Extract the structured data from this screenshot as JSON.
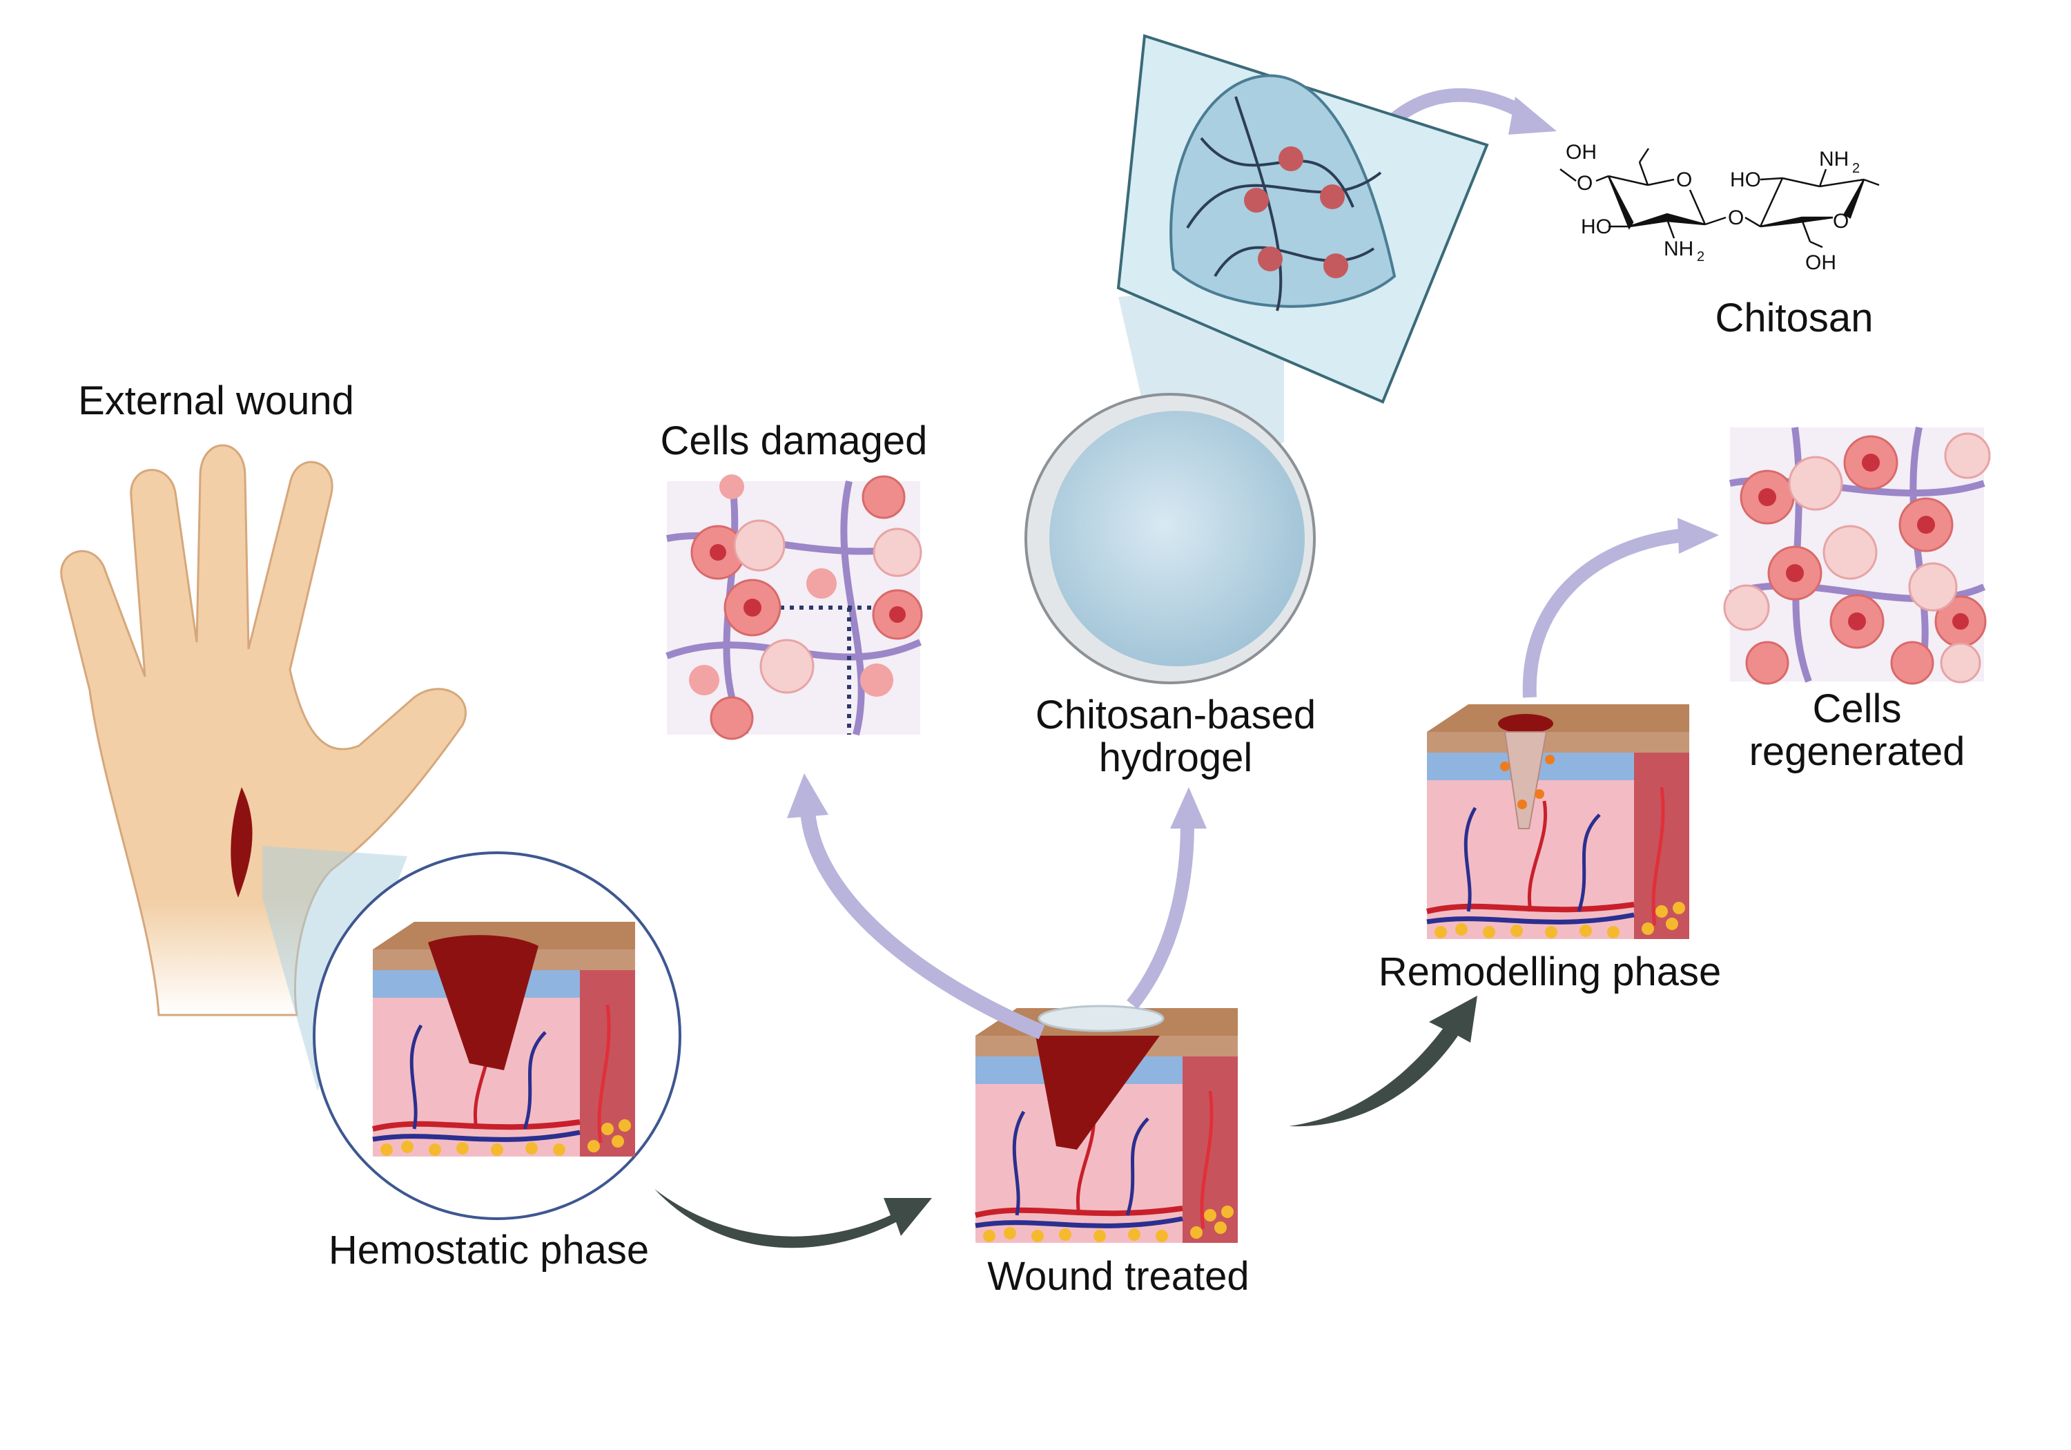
{
  "labels": {
    "external_wound": "External wound",
    "hemostatic_phase": "Hemostatic phase",
    "cells_damaged": "Cells damaged",
    "hydrogel_line1": "Chitosan-based",
    "hydrogel_line2": "hydrogel",
    "chitosan": "Chitosan",
    "cells_regenerated_line1": "Cells",
    "cells_regenerated_line2": "regenerated",
    "remodelling_phase": "Remodelling phase",
    "wound_treated": "Wound treated"
  },
  "chitosan_structure": {
    "oh_top": "OH",
    "o_left_chain": "O",
    "o_ring1": "O",
    "ho_left": "HO",
    "nh2_bottom": "NH",
    "nh2_bottom_sub": "2",
    "o_glycosidic": "O",
    "ho_ring2": "HO",
    "nh2_top": "NH",
    "nh2_top_sub": "2",
    "o_ring2": "O",
    "oh_bottom": "OH"
  },
  "colors": {
    "skin": "#f2cfa6",
    "blood": "#8e1111",
    "lavender_arrow": "#b8b4dc",
    "dark_arrow": "#3f4b47",
    "hydrogel_blue": "#cfe6f0",
    "cell_pink": "#ef8c8c"
  }
}
